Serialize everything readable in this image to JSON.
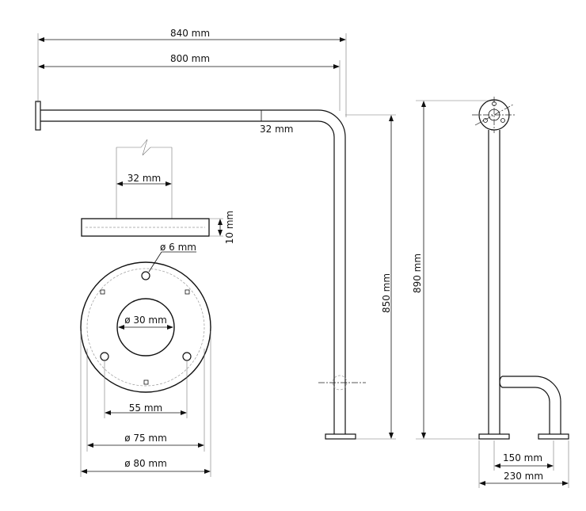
{
  "dimensions": {
    "d840": "840 mm",
    "d800": "800 mm",
    "d32_tube": "32 mm",
    "d32_section": "32 mm",
    "d10": "10 mm",
    "d6": "ø 6 mm",
    "d30": "ø 30 mm",
    "d55": "55 mm",
    "d75": "ø 75 mm",
    "d80": "ø 80 mm",
    "d850": "850 mm",
    "d890": "890 mm",
    "d150": "150 mm",
    "d230": "230 mm"
  }
}
